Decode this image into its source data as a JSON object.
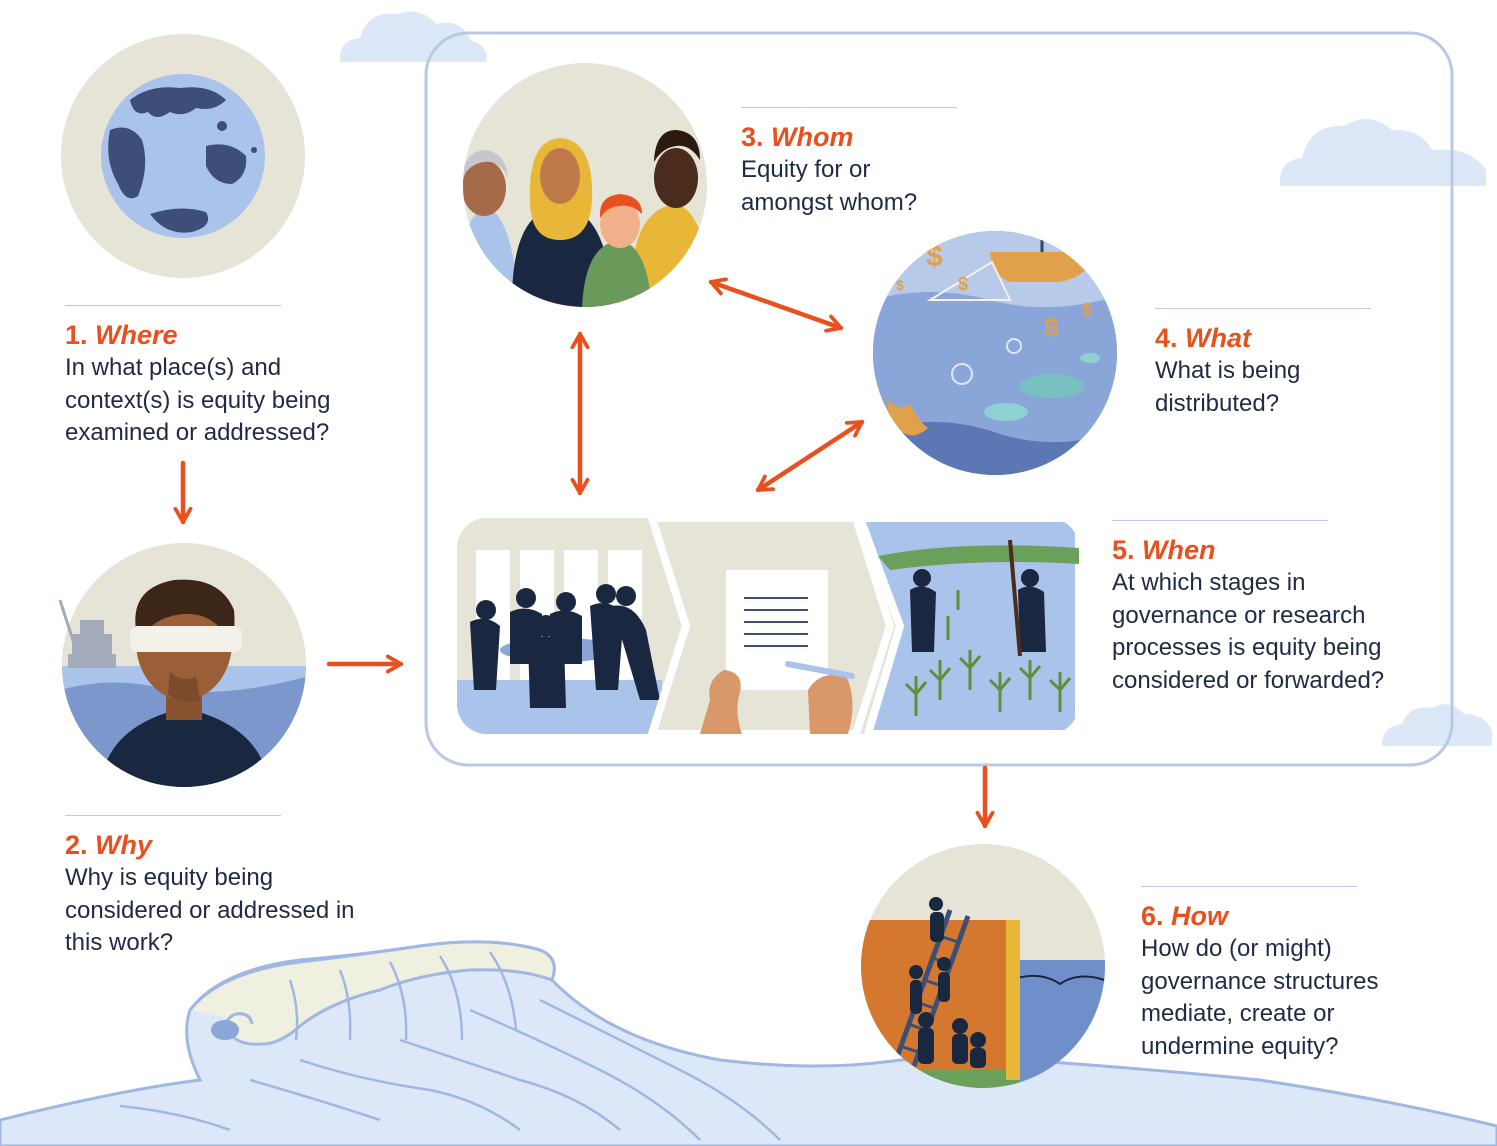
{
  "steps": [
    {
      "num": "1.",
      "word": "Where",
      "question": "In what place(s) and context(s) is equity being examined or addressed?"
    },
    {
      "num": "2.",
      "word": "Why",
      "question": "Why is equity being considered or addressed in this work?"
    },
    {
      "num": "3.",
      "word": "Whom",
      "question": "Equity for or amongst whom?"
    },
    {
      "num": "4.",
      "word": "What",
      "question": "What is being distributed?"
    },
    {
      "num": "5.",
      "word": "When",
      "question": "At which stages in governance or research processes is equity being considered or forwarded?"
    },
    {
      "num": "6.",
      "word": "How",
      "question": "How do (or might) governance structures mediate, create or undermine equity?"
    }
  ],
  "colors": {
    "accent": "#e8501e",
    "text": "#1f2a44",
    "frame": "#b9c8e6",
    "water_light": "#dce8f8",
    "water": "#aac3ea",
    "navy": "#233154",
    "beige": "#e6e3d7"
  },
  "icons": {
    "where": "globe-icon",
    "why": "blindfolded-person-icon",
    "whom": "diverse-people-icon",
    "what": "ocean-resources-icon",
    "when": "governance-stages-icon",
    "how": "climbing-wall-icon"
  }
}
